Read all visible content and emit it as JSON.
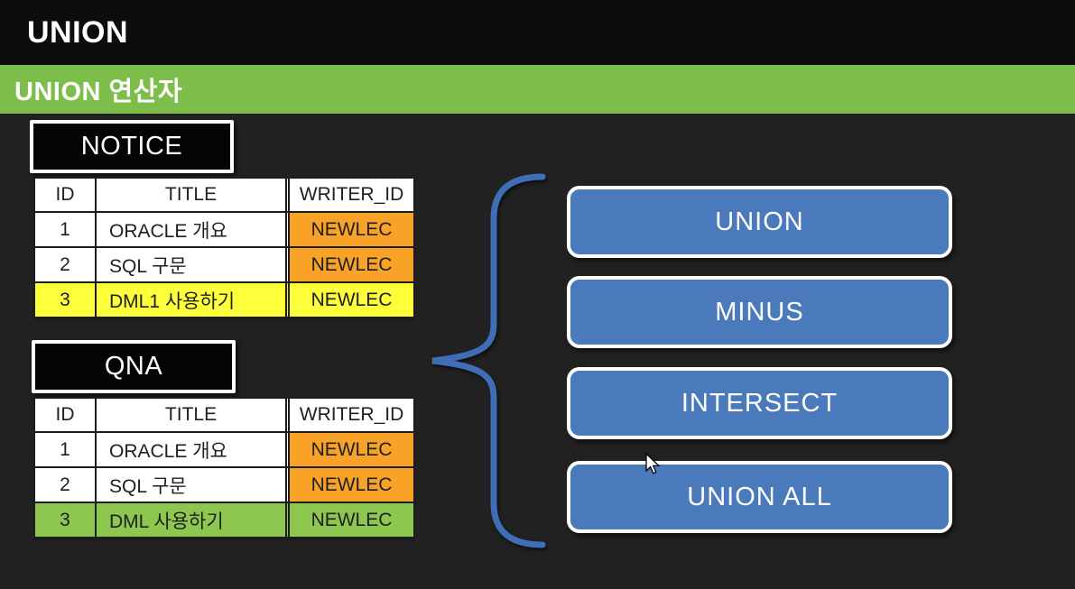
{
  "header": {
    "title": "UNION",
    "subtitle": "UNION 연산자"
  },
  "tables": [
    {
      "name": "NOTICE",
      "columns": [
        "ID",
        "TITLE",
        "WRITER_ID"
      ],
      "rows": [
        {
          "id": "1",
          "title": "ORACLE 개요",
          "writer": "NEWLEC",
          "highlight": "none"
        },
        {
          "id": "2",
          "title": "SQL 구문",
          "writer": "NEWLEC",
          "highlight": "none"
        },
        {
          "id": "3",
          "title": "DML1 사용하기",
          "writer": "NEWLEC",
          "highlight": "yellow"
        }
      ]
    },
    {
      "name": "QNA",
      "columns": [
        "ID",
        "TITLE",
        "WRITER_ID"
      ],
      "rows": [
        {
          "id": "1",
          "title": "ORACLE 개요",
          "writer": "NEWLEC",
          "highlight": "none"
        },
        {
          "id": "2",
          "title": "SQL 구문",
          "writer": "NEWLEC",
          "highlight": "none"
        },
        {
          "id": "3",
          "title": "DML 사용하기",
          "writer": "NEWLEC",
          "highlight": "green"
        }
      ]
    }
  ],
  "operators": [
    {
      "label": "UNION"
    },
    {
      "label": "MINUS"
    },
    {
      "label": "INTERSECT"
    },
    {
      "label": "UNION ALL"
    }
  ],
  "colors": {
    "background": "#212121",
    "top_bar": "#0d0d0d",
    "section_bar_green": "#7dbe4b",
    "button_blue": "#4a79bc",
    "brace_blue": "#3f6db6",
    "cell_orange": "#f8a327",
    "cell_yellow": "#fdff3b",
    "cell_green": "#8ec750"
  }
}
